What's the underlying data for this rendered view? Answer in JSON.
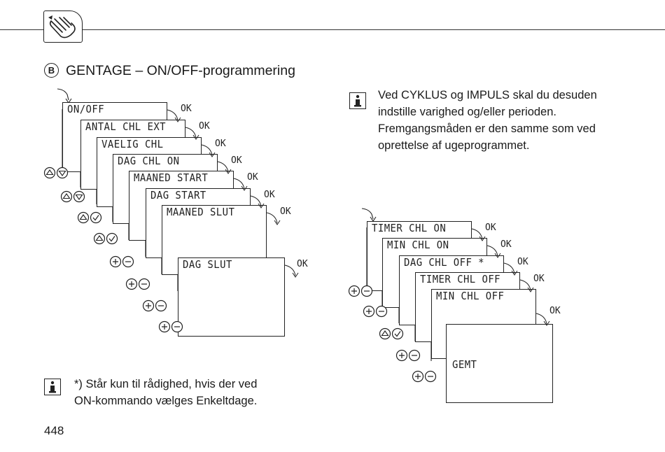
{
  "heading": {
    "letter": "B",
    "title": "GENTAGE – ON/OFF-programmering"
  },
  "note_top": {
    "lines": [
      "Ved CYKLUS og IMPULS skal du desuden",
      "indstille varighed og/eller perioden.",
      "Fremgangsmåden er den samme som ved",
      "oprettelse af ugeprogrammet."
    ]
  },
  "note_bottom": {
    "lines": [
      "*) Står kun til rådighed, hvis der ved",
      "ON-kommando vælges Enkeltdage."
    ]
  },
  "left_screens": [
    "ON/OFF",
    "ANTAL CHL EXT",
    "VAELIG CHL",
    "DAG CHL ON",
    "MAANED START",
    "DAG START",
    "MAANED SLUT",
    "DAG SLUT"
  ],
  "right_screens": [
    "TIMER CHL ON",
    "MIN CHL ON",
    "DAG CHL OFF *",
    "TIMER CHL OFF",
    "MIN CHL OFF",
    "GEMT"
  ],
  "ok_label": "OK",
  "left_buttons": [
    "up-down",
    "up-down",
    "up-check",
    "up-check",
    "plus-minus",
    "plus-minus",
    "plus-minus",
    "plus-minus"
  ],
  "right_buttons": [
    "plus-minus",
    "plus-minus",
    "up-check",
    "plus-minus",
    "plus-minus"
  ],
  "page_number": "448"
}
